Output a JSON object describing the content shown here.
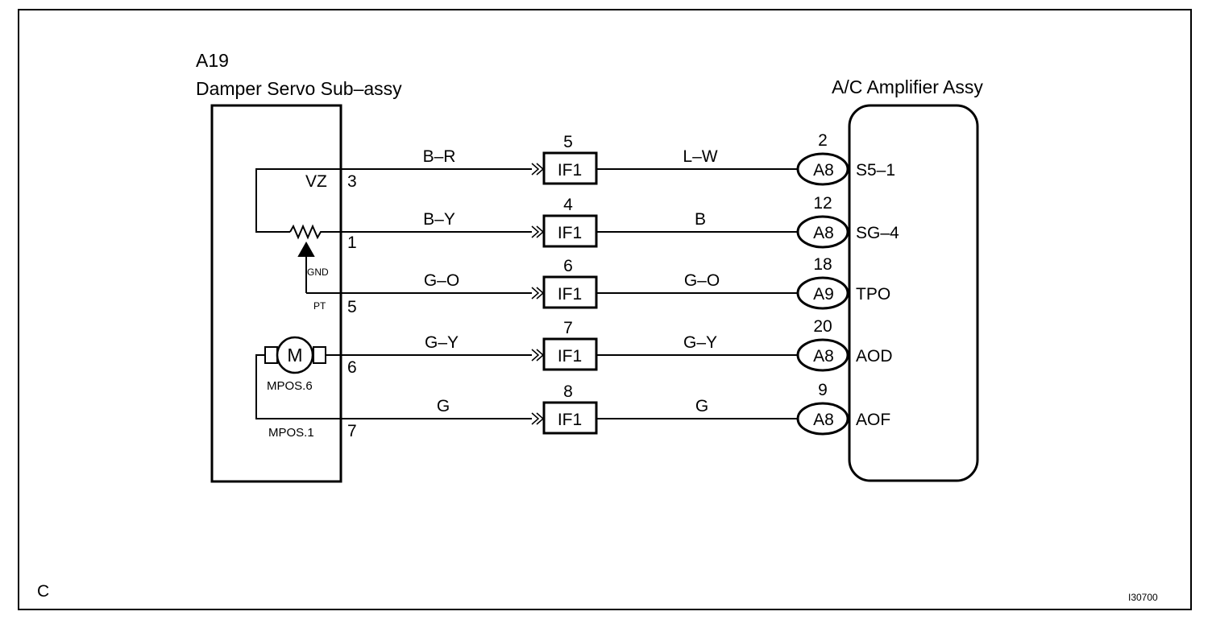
{
  "component": {
    "code": "A19",
    "name": "Damper Servo Sub–assy"
  },
  "amplifier": {
    "name": "A/C Amplifier Assy"
  },
  "servo_labels": {
    "gnd": "GND",
    "pt": "PT",
    "vz": "VZ",
    "mpos6": "MPOS.6",
    "mpos1": "MPOS.1",
    "motor": "M"
  },
  "circuits": [
    {
      "servo_pin": "3",
      "wire_left": "B–R",
      "junction_pin": "5",
      "junction": "IF1",
      "wire_right": "L–W",
      "amp_pin": "2",
      "amp_connector": "A8",
      "terminal": "S5–1"
    },
    {
      "servo_pin": "1",
      "wire_left": "B–Y",
      "junction_pin": "4",
      "junction": "IF1",
      "wire_right": "B",
      "amp_pin": "12",
      "amp_connector": "A8",
      "terminal": "SG–4"
    },
    {
      "servo_pin": "5",
      "wire_left": "G–O",
      "junction_pin": "6",
      "junction": "IF1",
      "wire_right": "G–O",
      "amp_pin": "18",
      "amp_connector": "A9",
      "terminal": "TPO"
    },
    {
      "servo_pin": "6",
      "wire_left": "G–Y",
      "junction_pin": "7",
      "junction": "IF1",
      "wire_right": "G–Y",
      "amp_pin": "20",
      "amp_connector": "A8",
      "terminal": "AOD"
    },
    {
      "servo_pin": "7",
      "wire_left": "G",
      "junction_pin": "8",
      "junction": "IF1",
      "wire_right": "G",
      "amp_pin": "9",
      "amp_connector": "A8",
      "terminal": "AOF"
    }
  ],
  "corner_letter": "C",
  "figure_id": "I30700"
}
